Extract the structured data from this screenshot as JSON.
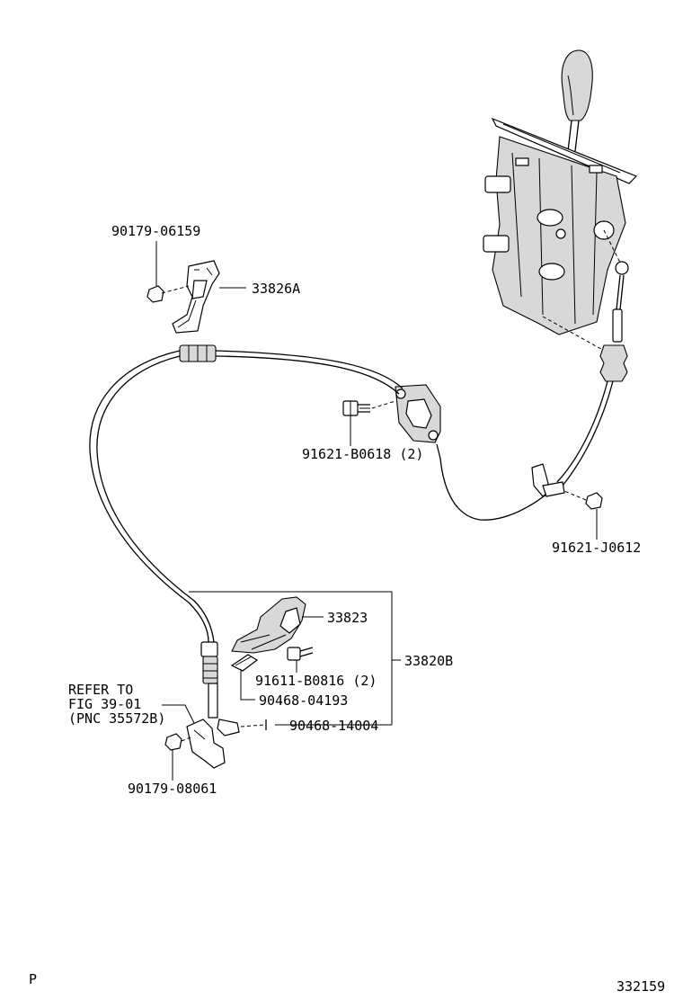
{
  "labels": {
    "p_90179_06159": "90179-06159",
    "p_33826A": "33826A",
    "p_91621_B0618": "91621-B0618 (2)",
    "p_91621_J0612": "91621-J0612",
    "p_33823": "33823",
    "p_33820B": "33820B",
    "p_91611_B0816": "91611-B0816 (2)",
    "p_90468_04193": "90468-04193",
    "p_90468_14004": "90468-14004",
    "p_90179_08061": "90179-08061",
    "refer_line1": "REFER TO",
    "refer_line2": "FIG 39-01",
    "refer_line3": "(PNC 35572B)"
  },
  "footer": {
    "left_mark": "P",
    "figure_number": "332159"
  }
}
